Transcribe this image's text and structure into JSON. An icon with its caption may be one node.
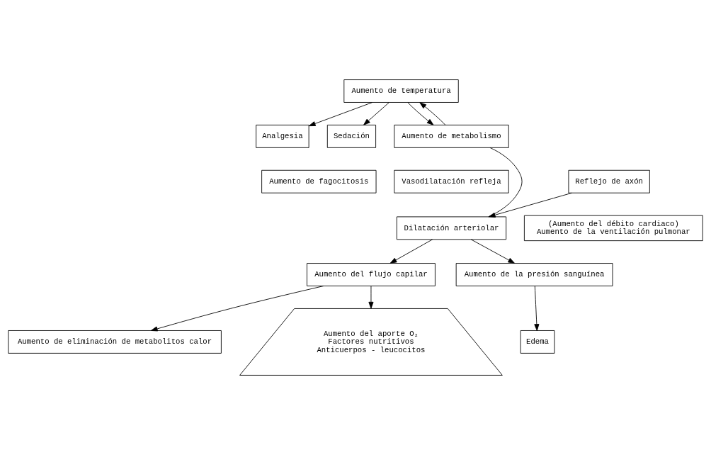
{
  "diagram": {
    "nodes": [
      {
        "text": [
          "Aumento de temperatura"
        ]
      },
      {
        "text": [
          "Analgesia"
        ]
      },
      {
        "text": [
          "Sedación"
        ]
      },
      {
        "text": [
          "Aumento de metabolismo"
        ]
      },
      {
        "text": [
          "Aumento de fagocitosis"
        ]
      },
      {
        "text": [
          "Vasodilatación refleja"
        ]
      },
      {
        "text": [
          "Dilatación arteriolar"
        ]
      },
      {
        "text": [
          "Reflejo de axón"
        ]
      },
      {
        "text": [
          "(Aumento del débito cardiaco)",
          "Aumento de la ventilación pulmonar"
        ]
      },
      {
        "text": [
          "Aumento del flujo capilar"
        ]
      },
      {
        "text": [
          "Aumento de la presión sanguínea"
        ]
      },
      {
        "text": [
          "Edema"
        ]
      },
      {
        "text": [
          "Aumento de eliminación de metabolitos calor"
        ]
      },
      {
        "text": [
          "Aumento del aporte O₂",
          "Factores nutritivos",
          "Anticuerpos - leucocitos"
        ]
      }
    ],
    "edges": [
      {
        "from": 0,
        "to": 1,
        "arrow": "to"
      },
      {
        "from": 0,
        "to": 2,
        "arrow": "to"
      },
      {
        "from": 0,
        "to": 3,
        "arrow": "to"
      },
      {
        "from": 3,
        "to": 0,
        "arrow": "to"
      },
      {
        "from": 3,
        "to": 6,
        "arrow": "none"
      },
      {
        "from": 7,
        "to": 6,
        "arrow": "to"
      },
      {
        "from": 6,
        "to": 9,
        "arrow": "to"
      },
      {
        "from": 6,
        "to": 10,
        "arrow": "to"
      },
      {
        "from": 9,
        "to": 12,
        "arrow": "to"
      },
      {
        "from": 9,
        "to": 13,
        "arrow": "to"
      },
      {
        "from": 10,
        "to": 11,
        "arrow": "to"
      }
    ]
  }
}
